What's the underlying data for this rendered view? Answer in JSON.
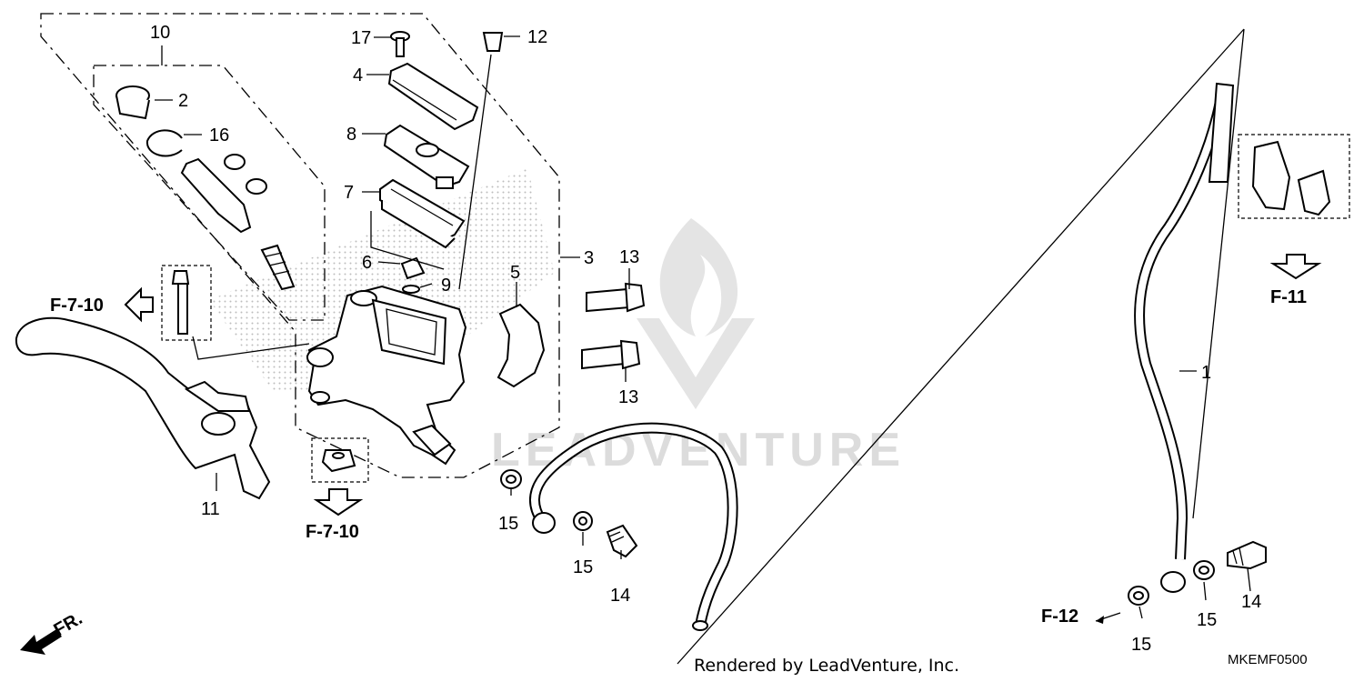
{
  "callouts": {
    "c1": "1",
    "c2": "2",
    "c3": "3",
    "c4": "4",
    "c5": "5",
    "c6": "6",
    "c7": "7",
    "c8": "8",
    "c9": "9",
    "c10": "10",
    "c11": "11",
    "c12": "12",
    "c13a": "13",
    "c13b": "13",
    "c14a": "14",
    "c14b": "14",
    "c15a": "15",
    "c15b": "15",
    "c15c": "15",
    "c15d": "15",
    "c16": "16",
    "c17": "17"
  },
  "refs": {
    "f710_left": "F-7-10",
    "f710_bottom": "F-7-10",
    "f11": "F-11",
    "f12": "F-12"
  },
  "front_marker": "FR.",
  "watermark": "LEADVENTURE",
  "credit": "Rendered by LeadVenture, Inc.",
  "diagram_code": "MKEMF0500",
  "colors": {
    "line": "#000000",
    "watermark": "#dcdcdc",
    "stipple": "#bdbdbd"
  }
}
